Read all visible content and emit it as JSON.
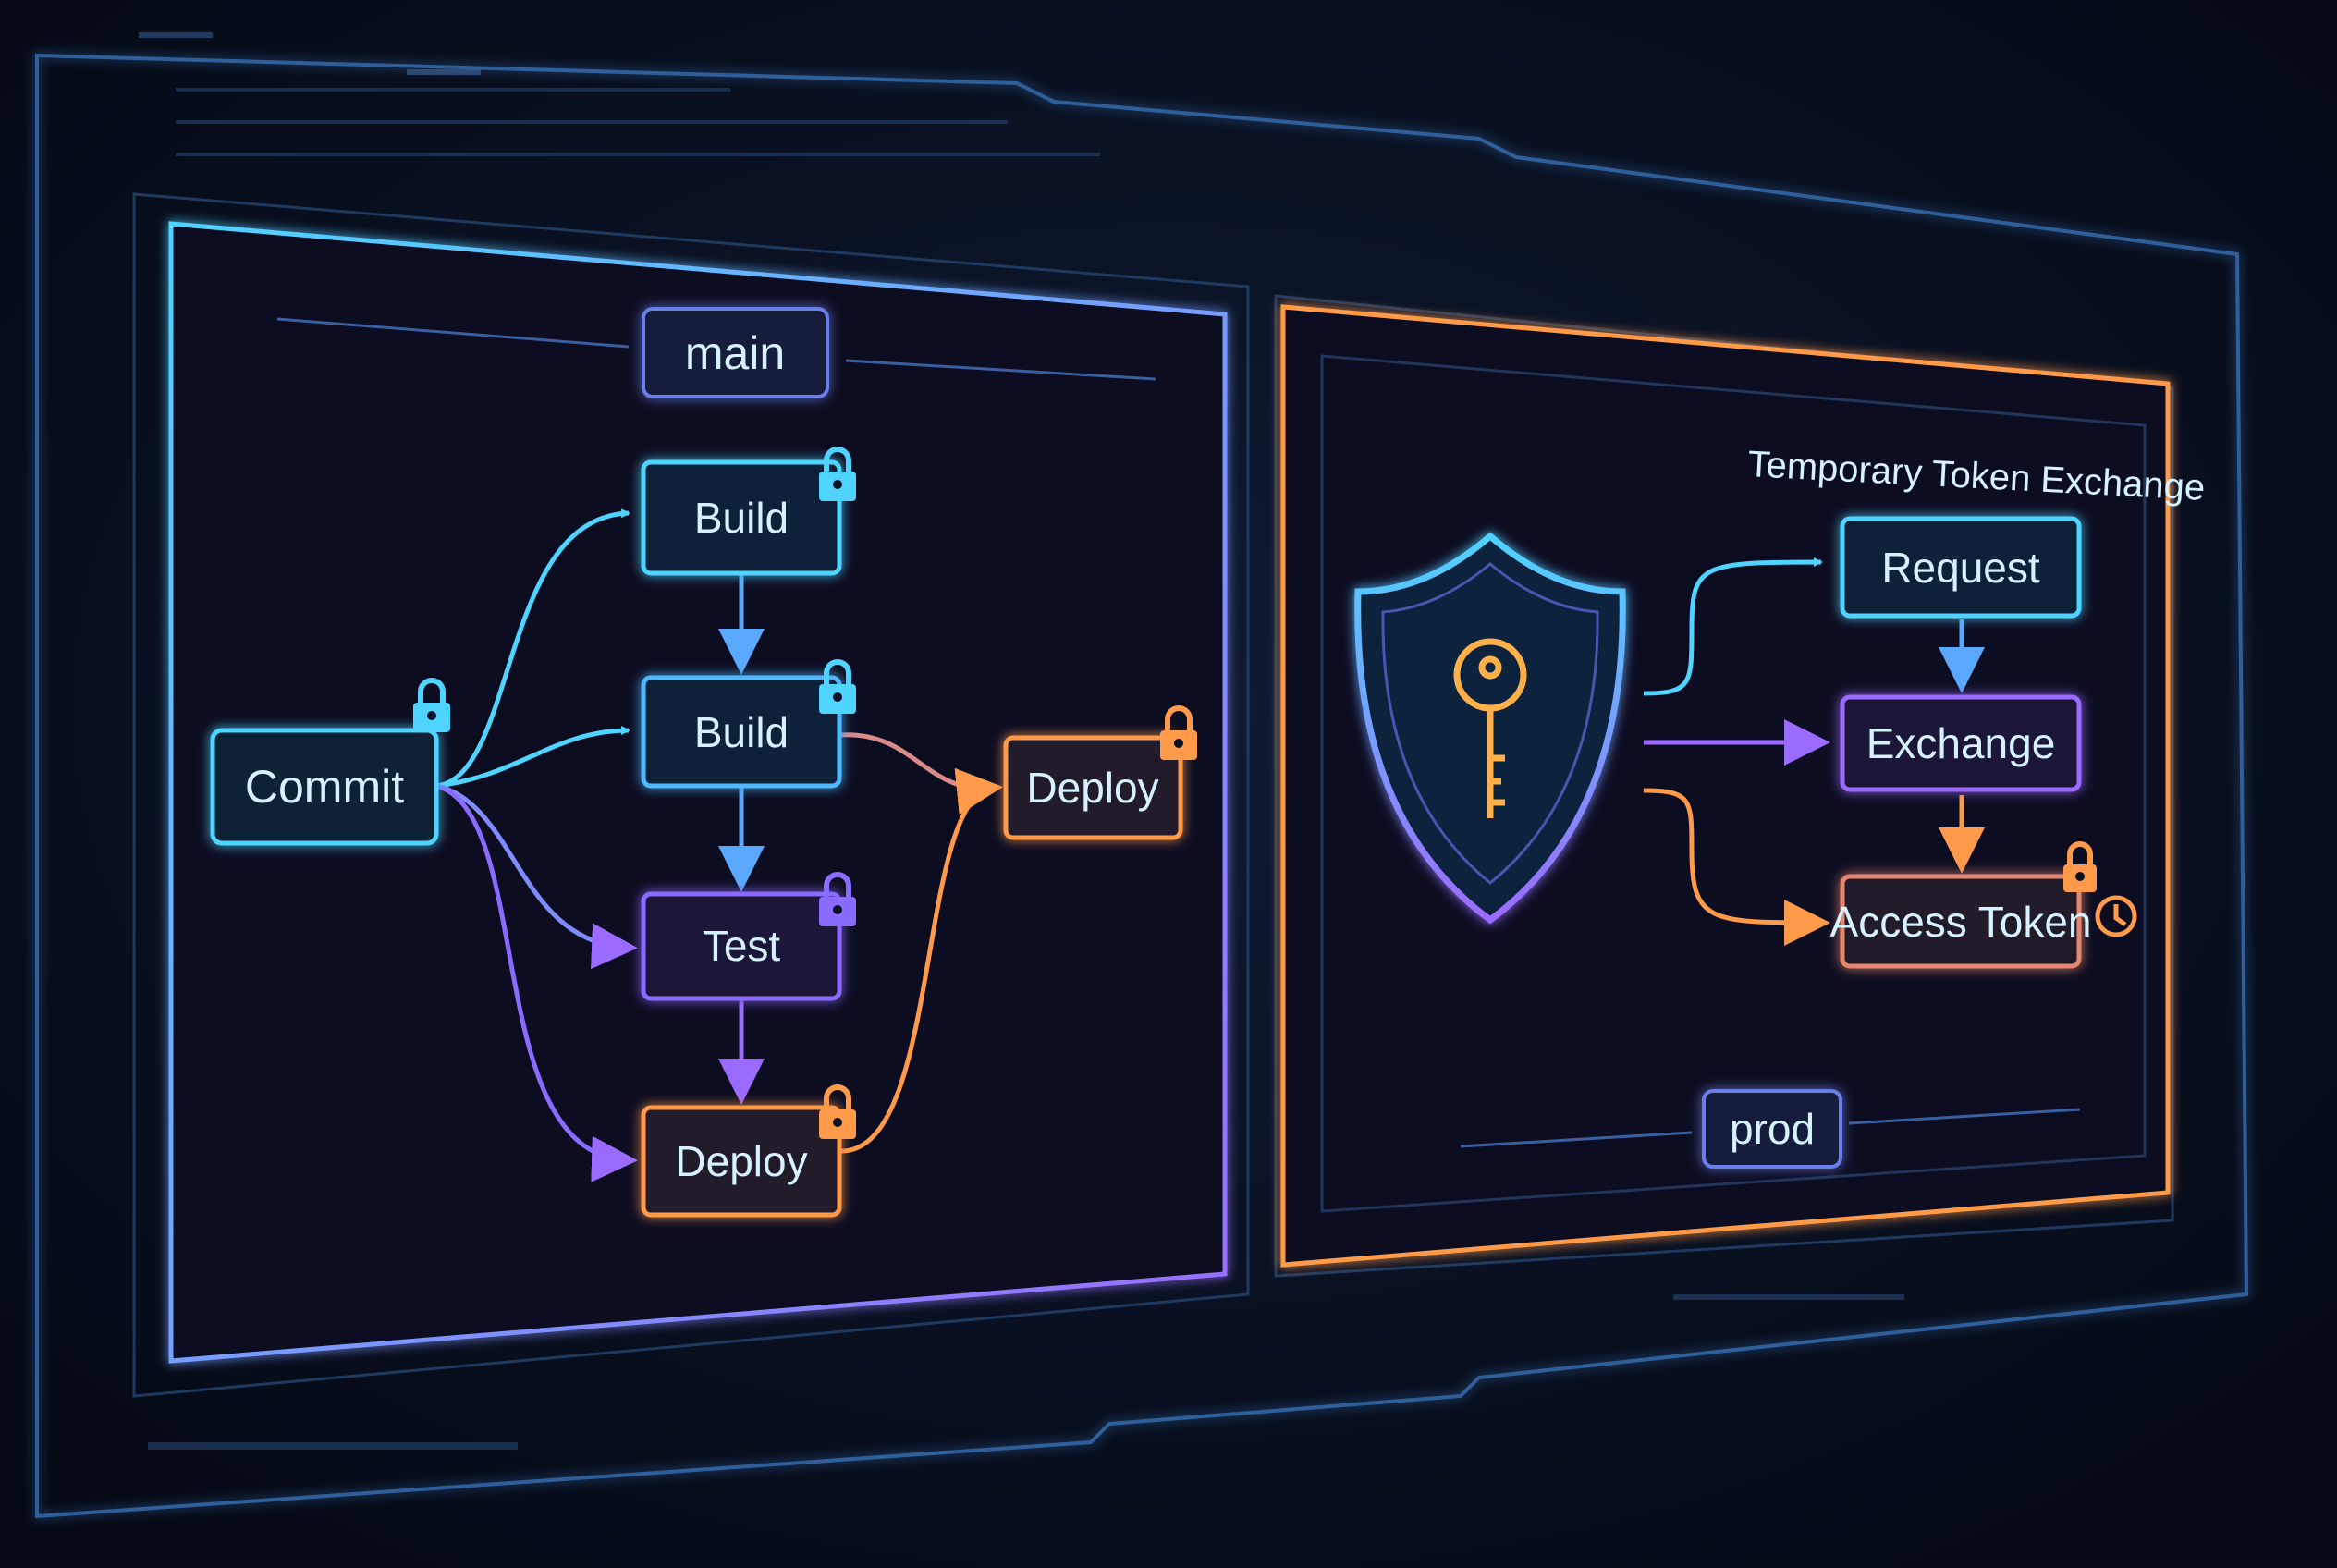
{
  "pipeline": {
    "branch_label": "main",
    "nodes": {
      "commit": "Commit",
      "build_1": "Build",
      "build_2": "Build",
      "test": "Test",
      "deploy_staged": "Deploy",
      "deploy_final": "Deploy"
    }
  },
  "token_exchange": {
    "title": "Temporary Token Exchange",
    "steps": [
      "Request",
      "Exchange",
      "Access Token"
    ],
    "environment_label": "prod"
  },
  "colors": {
    "cyan": "#4fd3ff",
    "blue": "#5aa8ff",
    "purple": "#9b6bff",
    "orange": "#ff9a4a",
    "background": "#060b18"
  }
}
